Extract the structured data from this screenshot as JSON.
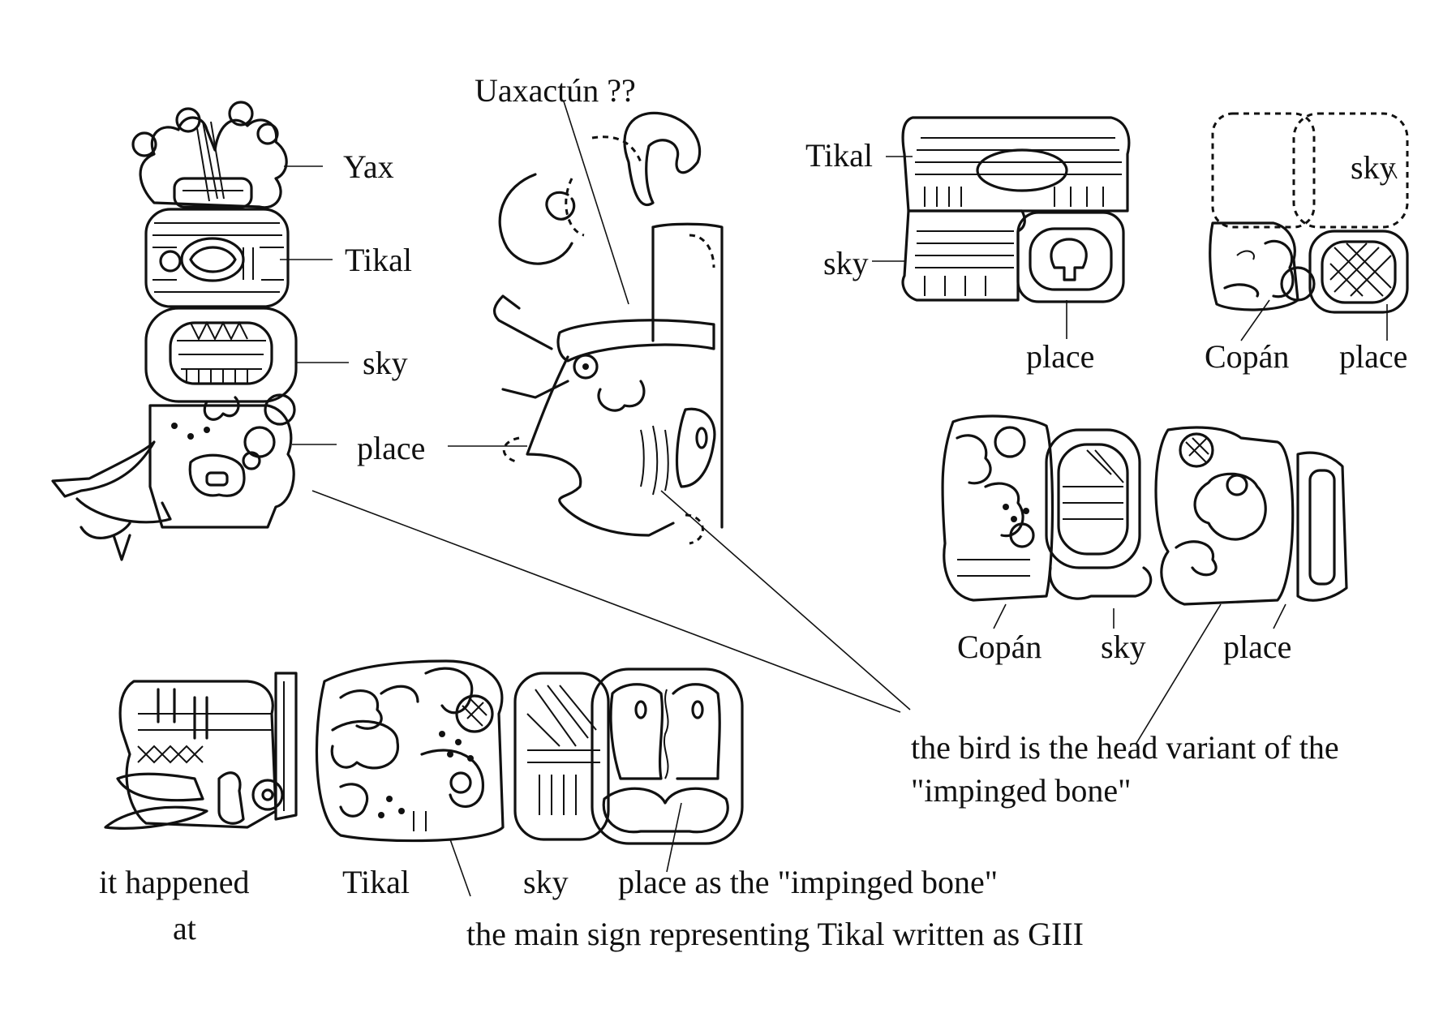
{
  "labels": {
    "yax": "Yax",
    "tikal_a": "Tikal",
    "sky_a": "sky",
    "place_a": "place",
    "uaxactun": "Uaxactún ??",
    "place_b": "place",
    "tikal_c": "Tikal",
    "sky_c": "sky",
    "place_c": "place",
    "sky_d": "sky",
    "copan_d": "Copán",
    "place_d": "place",
    "copan_e": "Copán",
    "sky_e": "sky",
    "place_e": "place",
    "bird_note_line1": "the bird is the head variant of the",
    "bird_note_line2": "\"impinged bone\"",
    "it_happened": "it happened",
    "at": "at",
    "tikal_f": "Tikal",
    "sky_f": "sky",
    "place_as_bone": "place as the \"impinged bone\"",
    "main_sign_note": "the main sign representing Tikal written as GIII"
  }
}
